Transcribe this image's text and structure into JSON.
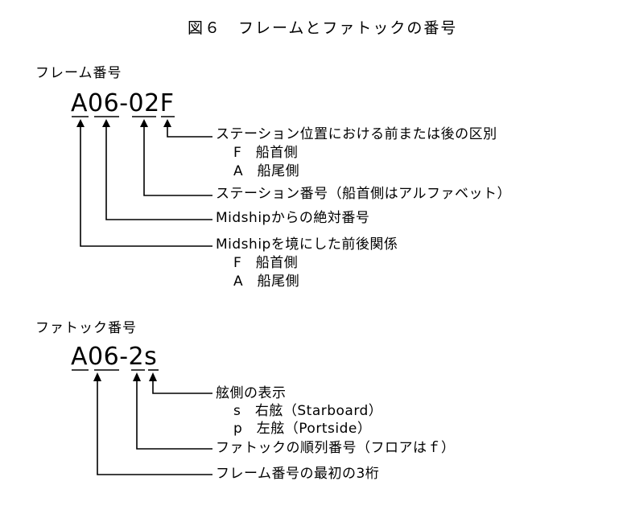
{
  "title": "図６　フレームとファトックの番号",
  "frame": {
    "heading": "フレーム番号",
    "code": "A06-02F",
    "labels": [
      "ステーション位置における前または後の区別",
      "F　船首側",
      "A　船尾側",
      "ステーション番号（船首側はアルファベット）",
      "Midshipからの絶対番号",
      "Midshipを境にした前後関係",
      "F　船首側",
      "A　船尾側"
    ]
  },
  "fattock": {
    "heading": "ファトック番号",
    "code": "A06-2s",
    "labels": [
      "舷側の表示",
      "s　右舷（Starboard）",
      "p　左舷（Portside）",
      "ファトックの順列番号（フロアはｆ）",
      "フレーム番号の最初の3桁"
    ]
  }
}
